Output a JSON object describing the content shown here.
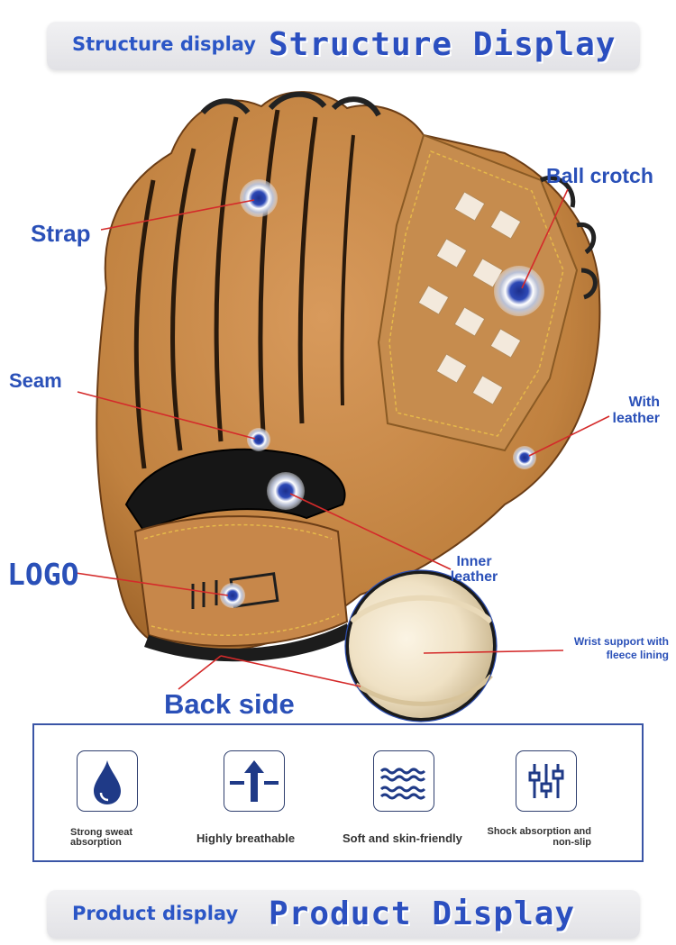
{
  "banner_top": {
    "small": "Structure display",
    "big": "Structure Display"
  },
  "callouts": {
    "strap": "Strap",
    "seam": "Seam",
    "logo": "LOGO",
    "ball_crotch": "Ball crotch",
    "with_leather": "With leather",
    "inner_leather": "Inner leather",
    "wrist": "Wrist support with fleece lining",
    "back_side": "Back side"
  },
  "features": [
    {
      "icon": "water-drop-icon",
      "label": "Strong sweat absorption"
    },
    {
      "icon": "arrow-up-icon",
      "label": "Highly breathable"
    },
    {
      "icon": "waves-icon",
      "label": "Soft and skin-friendly"
    },
    {
      "icon": "sliders-icon",
      "label": "Shock absorption and non-slip"
    }
  ],
  "banner_bottom": {
    "small": "Product display",
    "big": "Product Display"
  },
  "colors": {
    "accent": "#2b56c6",
    "leather": "#c98a4e",
    "pointer": "#d42a2a"
  }
}
